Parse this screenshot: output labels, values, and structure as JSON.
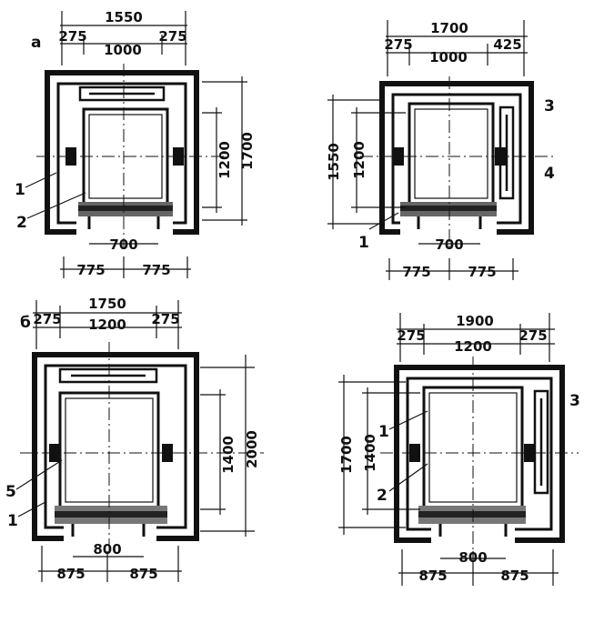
{
  "variant_labels": {
    "a": "а",
    "b": "б"
  },
  "plan_a_left": {
    "top": {
      "overall": "1550",
      "left": "275",
      "middle": "1000",
      "right": "275"
    },
    "side": {
      "inner": "1200",
      "outer": "1700"
    },
    "bottom": {
      "door": "700",
      "left": "775",
      "right": "775"
    },
    "callouts": [
      "1",
      "2"
    ]
  },
  "plan_a_right": {
    "top": {
      "overall": "1700",
      "left": "275",
      "middle": "1000",
      "right": "425"
    },
    "side": {
      "outer": "1550",
      "inner": "1200"
    },
    "bottom": {
      "door": "700",
      "left": "775",
      "right": "775"
    },
    "callouts": [
      "3",
      "4",
      "1"
    ]
  },
  "plan_b_left": {
    "top": {
      "overall": "1750",
      "left": "275",
      "middle": "1200",
      "right": "275"
    },
    "side": {
      "inner": "1400",
      "outer": "2000"
    },
    "bottom": {
      "door": "800",
      "left": "875",
      "right": "875"
    },
    "callouts": [
      "5",
      "1"
    ]
  },
  "plan_b_right": {
    "top": {
      "overall": "1900",
      "left": "275",
      "middle": "1200",
      "right": "275"
    },
    "side": {
      "outer": "1700",
      "inner": "1400"
    },
    "bottom": {
      "door": "800",
      "left": "875",
      "right": "875"
    },
    "callouts": [
      "3",
      "1",
      "2"
    ]
  }
}
